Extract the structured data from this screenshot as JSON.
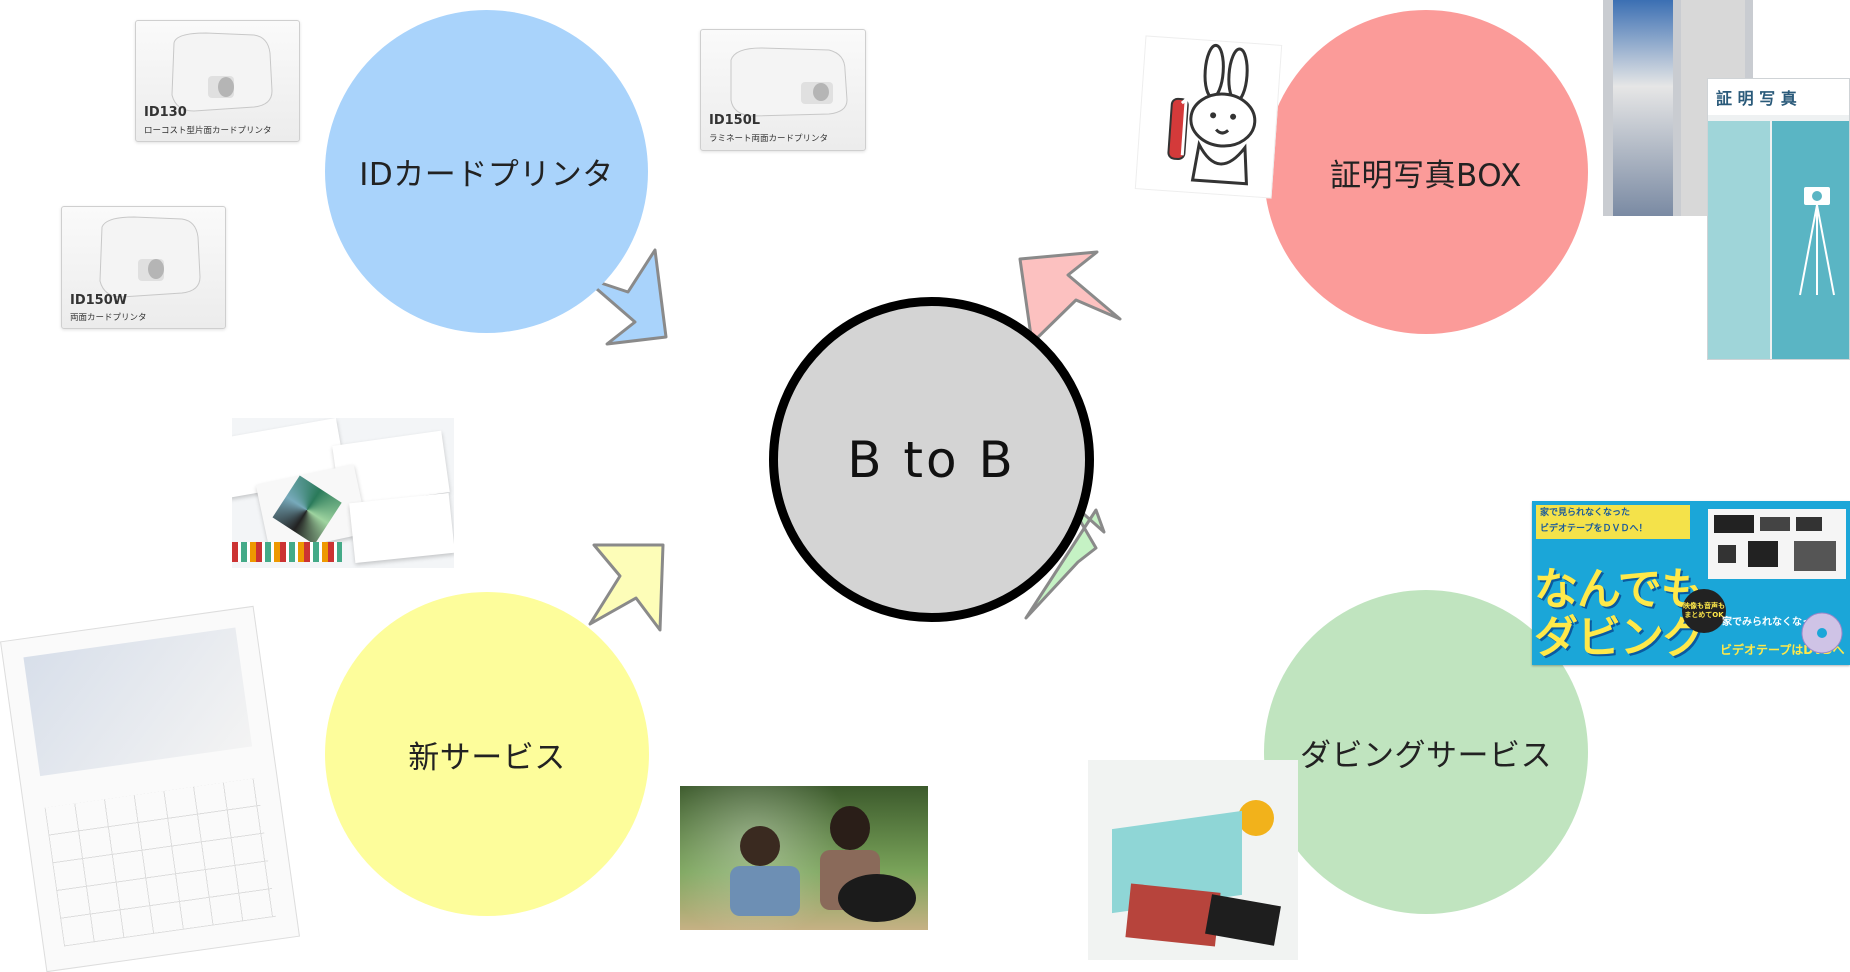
{
  "center": {
    "label": "B to B"
  },
  "nodes": {
    "id_printer": {
      "label": "IDカードプリンタ",
      "color": "#a9d3fb"
    },
    "photo_box": {
      "label": "証明写真BOX",
      "color": "#fb9b99"
    },
    "new_service": {
      "label": "新サービス",
      "color": "#fdfd9b"
    },
    "dubbing": {
      "label": "ダビングサービス",
      "color": "#c0e4bf"
    }
  },
  "arrows": {
    "blue": "#a9d3fb",
    "pink": "#fcc1c0",
    "yellow": "#fdfdb8",
    "green": "#c5f2c4",
    "stroke": "#8a8a8a"
  },
  "printers": [
    {
      "model": "ID130",
      "desc": "ローコスト型片面カードプリンタ"
    },
    {
      "model": "ID150L",
      "desc": "ラミネート両面カードプリンタ"
    },
    {
      "model": "ID150W",
      "desc": "両面カードプリンタ"
    }
  ],
  "photo_booth": {
    "sign": "証 明 写 真"
  },
  "dubbing_banner": {
    "top_line1": "家で見られなくなった",
    "top_line2": "ビデオテープをＤＶＤへ！",
    "main_line1": "なんでも",
    "main_line2": "ダビング",
    "badge": "映像も音声もまとめてOK",
    "sub_line1": "家でみられなくなった",
    "sub_line2": "ビデオテープはDVDへ"
  }
}
